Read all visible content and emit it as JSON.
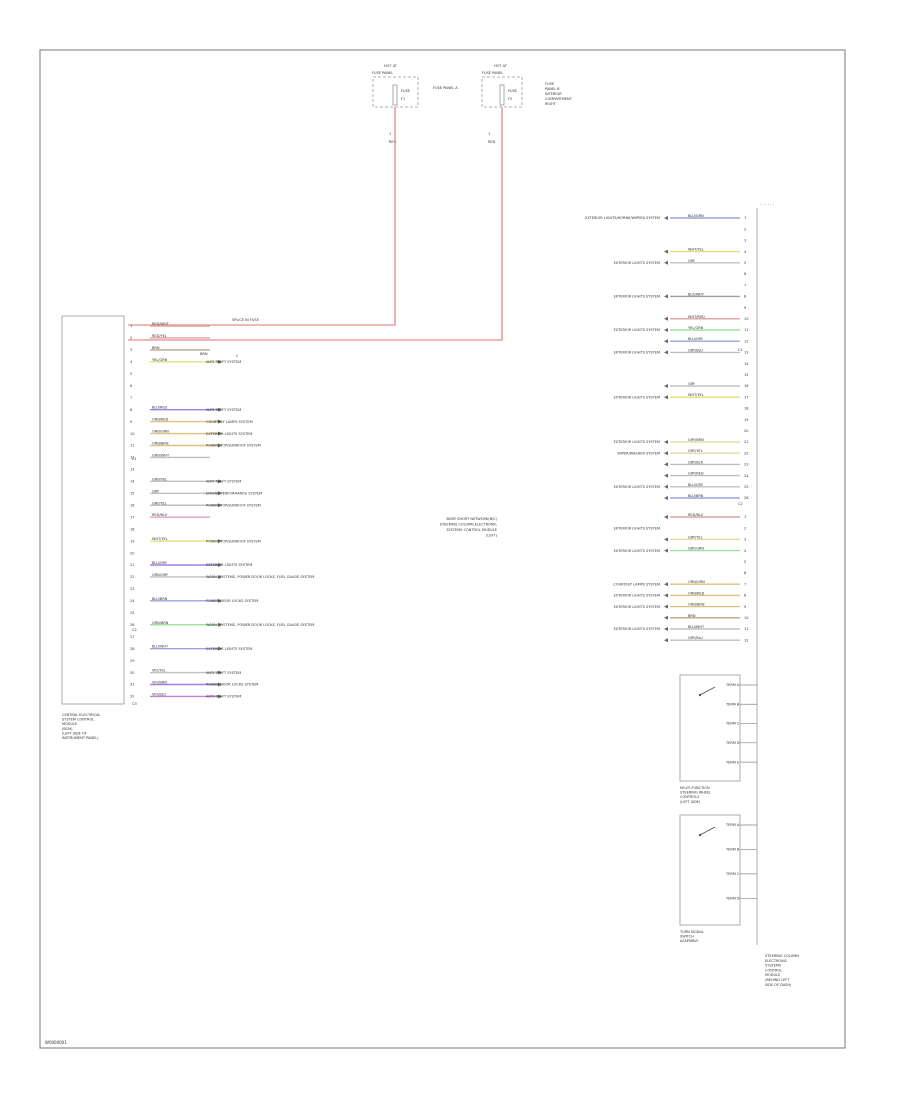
{
  "footer_code": "W0000001",
  "fuse_left": {
    "hot": "HOT AT",
    "panel": "FUSE PANEL",
    "fuse": "FUSE",
    "fuse_num": "F1",
    "desc": "FUSE PANEL A",
    "wire_num": "1",
    "wire_color": "RED"
  },
  "fuse_right": {
    "hot": "HOT AT",
    "panel": "FUSE PANEL",
    "fuse": "FUSE",
    "fuse_num": "F2",
    "desc": [
      "FUSE",
      "PANEL B",
      "INTERIOR",
      "COMPARTMENT",
      "RIGHT"
    ],
    "wire_num": "1",
    "wire_color": "RED"
  },
  "splice_label": "SPLICE IN FUSE",
  "left_module": {
    "label": [
      "CENTRAL ELECTRICAL",
      "SYSTEM CONTROL",
      "MODULE",
      "(BCM)",
      "(LEFT SIDE OF",
      "INSTRUMENT PANEL)"
    ],
    "ground_tag": "C",
    "ground_wire": "BRN",
    "connector_c1": "C1",
    "connector_c2": "C2",
    "connector_c3": "C3",
    "pins": [
      {
        "n": "1",
        "wire": "RED/WHT",
        "color": "#e0a0a0",
        "dest": ""
      },
      {
        "n": "2",
        "wire": "RED/YEL",
        "color": "#e0a0a0",
        "dest": ""
      },
      {
        "n": "3",
        "wire": "BRN",
        "color": "#bca38a",
        "dest": ""
      },
      {
        "n": "4",
        "wire": "YEL/GRN",
        "color": "#e0e080",
        "dest": "ANTI-THEFT SYSTEM"
      },
      {
        "n": "5",
        "wire": "",
        "color": "",
        "dest": ""
      },
      {
        "n": "6",
        "wire": "",
        "color": "",
        "dest": ""
      },
      {
        "n": "7",
        "wire": "",
        "color": "",
        "dest": ""
      },
      {
        "n": "8",
        "wire": "BLU/RED",
        "color": "#a080e0",
        "dest": "ANTI-THEFT SYSTEM"
      },
      {
        "n": "9",
        "wire": "ORN/RED",
        "color": "#e0c080",
        "dest": "COURTESY LAMPS SYSTEM"
      },
      {
        "n": "10",
        "wire": "ORN/GRN",
        "color": "#e0c080",
        "dest": "EXTERIOR LIGHTS SYSTEM"
      },
      {
        "n": "11",
        "wire": "ORN/BRN",
        "color": "#e0c080",
        "dest": "POWER TOP/SUNROOF SYSTEM"
      },
      {
        "n": "12",
        "wire": "GRN/WHT",
        "color": "#c0c0c0",
        "dest": ""
      },
      {
        "n": "13",
        "wire": "",
        "color": "",
        "dest": ""
      },
      {
        "n": "14",
        "wire": "GRN/YEL",
        "color": "#c0c0c0",
        "dest": "ANTI-THEFT SYSTEM"
      },
      {
        "n": "15",
        "wire": "GRY",
        "color": "#c0c0c0",
        "dest": "ENGINE PERFORMANCE SYSTEM"
      },
      {
        "n": "16",
        "wire": "GRY/YEL",
        "color": "#c0c0c0",
        "dest": "POWER TOP/SUNROOF SYSTEM"
      },
      {
        "n": "17",
        "wire": "RED/BLU",
        "color": "#e0a0c0",
        "dest": ""
      },
      {
        "n": "18",
        "wire": "",
        "color": "",
        "dest": ""
      },
      {
        "n": "19",
        "wire": "WHT/YEL",
        "color": "#e0e080",
        "dest": "POWER TOP/SUNROOF SYSTEM"
      },
      {
        "n": "20",
        "wire": "",
        "color": "",
        "dest": ""
      },
      {
        "n": "21",
        "wire": "BLU/GRY",
        "color": "#a080e0",
        "dest": "EXTERIOR LIGHTS SYSTEM"
      },
      {
        "n": "22",
        "wire": "GRN/GRY",
        "color": "#c0c0c0",
        "dest": "WARN. SYSTEMS, POWER DOOR LOCKS, FUEL GAUGE SYSTEM"
      },
      {
        "n": "23",
        "wire": "",
        "color": "",
        "dest": ""
      },
      {
        "n": "24",
        "wire": "BLU/BRN",
        "color": "#a0a0e0",
        "dest": "POWER DOOR LOCKS SYSTEM"
      },
      {
        "n": "25",
        "wire": "",
        "color": "",
        "dest": ""
      },
      {
        "n": "26",
        "wire": "GRN/BRN",
        "color": "#a0e0a0",
        "dest": "WARN. SYSTEMS, POWER DOOR LOCKS, FUEL GAUGE SYSTEM"
      },
      {
        "n": "27",
        "wire": "",
        "color": "",
        "dest": ""
      },
      {
        "n": "28",
        "wire": "BLU/WHT",
        "color": "#a0a0e0",
        "dest": "EXTERIOR LIGHTS SYSTEM"
      },
      {
        "n": "29",
        "wire": "",
        "color": "",
        "dest": ""
      },
      {
        "n": "30",
        "wire": "VIO/YEL",
        "color": "#c0c0c0",
        "dest": "ANTI-THEFT SYSTEM"
      },
      {
        "n": "31",
        "wire": "VIO/BRN",
        "color": "#a080e0",
        "dest": "POWER DOOR LOCKS SYSTEM"
      },
      {
        "n": "32",
        "wire": "VIO/BLU",
        "color": "#c080e0",
        "dest": "ANTI-THEFT SYSTEM"
      }
    ]
  },
  "right_module": {
    "label": [
      "STEERING COLUMN",
      "ELECTRONIC",
      "SYSTEMS",
      "CONTROL",
      "MODULE",
      "(BEHIND LEFT",
      "SIDE OF DASH)"
    ],
    "connector_c1": "C1",
    "connector_c2": "C2",
    "pins": [
      {
        "n": "1",
        "wire": "BLU/GRN",
        "color": "#a0a0e0",
        "dest": "EXTERIOR LIGHTS/HORNS/WIPERS SYSTEM"
      },
      {
        "n": "2",
        "wire": "",
        "color": "",
        "dest": ""
      },
      {
        "n": "3",
        "wire": "",
        "color": "",
        "dest": ""
      },
      {
        "n": "4",
        "wire": "WHT/YEL",
        "color": "#e0e080",
        "dest": ""
      },
      {
        "n": "5",
        "wire": "GRY",
        "color": "#c0c0c0",
        "dest": "EXTERIOR LIGHTS SYSTEM"
      },
      {
        "n": "6",
        "wire": "",
        "color": "",
        "dest": ""
      },
      {
        "n": "7",
        "wire": "",
        "color": "",
        "dest": ""
      },
      {
        "n": "8",
        "wire": "BLK/WHT",
        "color": "#a0a0a0",
        "dest": "EXTERIOR LIGHTS SYSTEM"
      },
      {
        "n": "9",
        "wire": "",
        "color": "",
        "dest": ""
      },
      {
        "n": "10",
        "wire": "WHT/RED",
        "color": "#e0a0a0",
        "dest": ""
      },
      {
        "n": "11",
        "wire": "YEL/GRN",
        "color": "#a0e0a0",
        "dest": "EXTERIOR LIGHTS SYSTEM"
      },
      {
        "n": "12",
        "wire": "BLU/GRY",
        "color": "#a0a0e0",
        "dest": ""
      },
      {
        "n": "13",
        "wire": "GRY/BLU",
        "color": "#c0c0c0",
        "dest": "EXTERIOR LIGHTS SYSTEM"
      },
      {
        "n": "14",
        "wire": "",
        "color": "",
        "dest": ""
      },
      {
        "n": "15",
        "wire": "",
        "color": "",
        "dest": ""
      },
      {
        "n": "16",
        "wire": "GRY",
        "color": "#c0c0c0",
        "dest": ""
      },
      {
        "n": "17",
        "wire": "WHT/YEL",
        "color": "#e0e080",
        "dest": "EXTERIOR LIGHTS SYSTEM"
      },
      {
        "n": "18",
        "wire": "",
        "color": "",
        "dest": ""
      },
      {
        "n": "19",
        "wire": "",
        "color": "",
        "dest": ""
      },
      {
        "n": "20",
        "wire": "",
        "color": "",
        "dest": ""
      },
      {
        "n": "21",
        "wire": "GRY/BRN",
        "color": "#e0e0a0",
        "dest": "EXTERIOR LIGHTS SYSTEM"
      },
      {
        "n": "22",
        "wire": "GRY/YEL",
        "color": "#e0e0a0",
        "dest": "WIPER/WASHER SYSTEM"
      },
      {
        "n": "23",
        "wire": "GRY/BLK",
        "color": "#c0c0c0",
        "dest": ""
      },
      {
        "n": "24",
        "wire": "GRY/RED",
        "color": "#c0c0c0",
        "dest": ""
      },
      {
        "n": "25",
        "wire": "BLU/GRY",
        "color": "#c0c0c0",
        "dest": "EXTERIOR LIGHTS SYSTEM"
      },
      {
        "n": "26",
        "wire": "BLU/BRN",
        "color": "#a0a0e0",
        "dest": ""
      }
    ],
    "pins_c2": [
      {
        "n": "1",
        "wire": "RED/BLU",
        "color": "#e0a0a0",
        "dest": ""
      },
      {
        "n": "2",
        "wire": "",
        "color": "",
        "dest": "EXTERIOR LIGHTS SYSTEM"
      },
      {
        "n": "3",
        "wire": "GRY/YEL",
        "color": "#e0e0a0",
        "dest": ""
      },
      {
        "n": "4",
        "wire": "GRY/GRN",
        "color": "#a0e0a0",
        "dest": "EXTERIOR LIGHTS SYSTEM"
      },
      {
        "n": "5",
        "wire": "",
        "color": "",
        "dest": ""
      },
      {
        "n": "6",
        "wire": "",
        "color": "",
        "dest": ""
      },
      {
        "n": "7",
        "wire": "ORN/GRN",
        "color": "#e0c080",
        "dest": "COURTESY LAMPS SYSTEM"
      },
      {
        "n": "8",
        "wire": "ORN/RED",
        "color": "#e0c080",
        "dest": "EXTERIOR LIGHTS SYSTEM"
      },
      {
        "n": "9",
        "wire": "ORN/BRN",
        "color": "#e0c080",
        "dest": "EXTERIOR LIGHTS SYSTEM"
      },
      {
        "n": "10",
        "wire": "BRN",
        "color": "#bca38a",
        "dest": ""
      },
      {
        "n": "11",
        "wire": "BLU/WHT",
        "color": "#c0c0c0",
        "dest": "EXTERIOR LIGHTS SYSTEM"
      },
      {
        "n": "12",
        "wire": "GRY/BLU",
        "color": "#c0c0c0",
        "dest": ""
      }
    ],
    "splice_note": [
      "BODY SHORT NETWORK(B/C)",
      "STEERING COLUMN ELECTRONIC",
      "SYSTEMS CONTROL MODULE",
      "(LEFT)"
    ]
  },
  "switch_blocks": [
    {
      "label": [
        "MULTI-FUNCTION",
        "STEERING WHEEL",
        "CONTROLS",
        "(LEFT SIDE)"
      ],
      "terms": [
        "TERM A",
        "TERM B",
        "TERM C",
        "TERM D",
        "TERM E"
      ]
    },
    {
      "label": [
        "TURN SIGNAL",
        "SWITCH",
        "ASSEMBLY"
      ],
      "terms": [
        "TERM A",
        "TERM B",
        "TERM C",
        "TERM D"
      ]
    }
  ]
}
